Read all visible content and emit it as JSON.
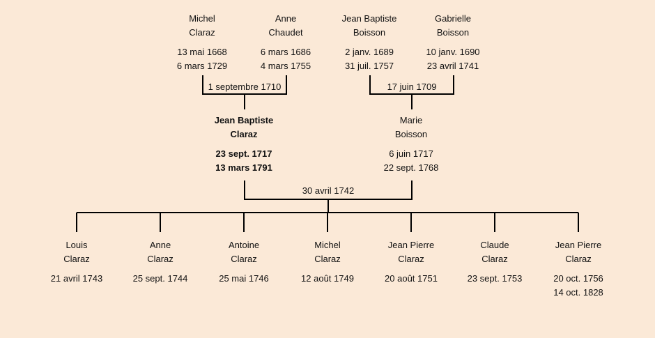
{
  "grandparents": [
    {
      "first": "Michel",
      "last": "Claraz",
      "birth": "13 mai 1668",
      "death": "6 mars 1729"
    },
    {
      "first": "Anne",
      "last": "Chaudet",
      "birth": "6 mars 1686",
      "death": "4 mars 1755"
    },
    {
      "first": "Jean Baptiste",
      "last": "Boisson",
      "birth": "2 janv. 1689",
      "death": "31 juil. 1757"
    },
    {
      "first": "Gabrielle",
      "last": "Boisson",
      "birth": "10 janv. 1690",
      "death": "23 avril 1741"
    }
  ],
  "marriages": {
    "claraz_chaudet": "1 septembre 1710",
    "boisson_boisson": "17 juin 1709",
    "couple": "30 avril 1742"
  },
  "parents": [
    {
      "first": "Jean Baptiste",
      "last": "Claraz",
      "birth": "23 sept. 1717",
      "death": "13 mars 1791"
    },
    {
      "first": "Marie",
      "last": "Boisson",
      "birth": "6 juin 1717",
      "death": "22 sept. 1768"
    }
  ],
  "children": [
    {
      "first": "Louis",
      "last": "Claraz",
      "birth": "21 avril 1743"
    },
    {
      "first": "Anne",
      "last": "Claraz",
      "birth": "25 sept. 1744"
    },
    {
      "first": "Antoine",
      "last": "Claraz",
      "birth": "25 mai 1746"
    },
    {
      "first": "Michel",
      "last": "Claraz",
      "birth": "12 août 1749"
    },
    {
      "first": "Jean Pierre",
      "last": "Claraz",
      "birth": "20 août 1751"
    },
    {
      "first": "Claude",
      "last": "Claraz",
      "birth": "23 sept. 1753"
    },
    {
      "first": "Jean Pierre",
      "last": "Claraz",
      "birth": "20 oct. 1756",
      "death": "14 oct. 1828"
    }
  ]
}
